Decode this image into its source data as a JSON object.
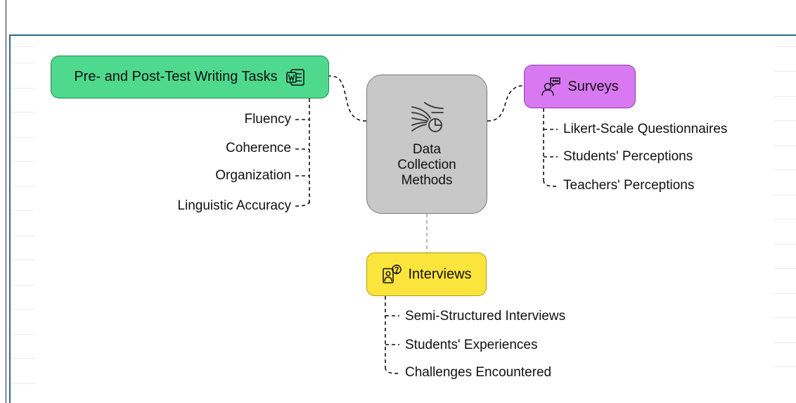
{
  "diagram": {
    "center": {
      "title": "Data\nCollection\nMethods",
      "icon": "data-flow-chart-icon"
    },
    "branches": [
      {
        "label": "Pre- and Post-Test Writing Tasks",
        "icon": "word-document-icon",
        "color": "#4fd98f",
        "children": [
          "Fluency",
          "Coherence",
          "Organization",
          "Linguistic Accuracy"
        ]
      },
      {
        "label": "Surveys",
        "icon": "people-speech-bubble-icon",
        "color": "#d979f2",
        "children": [
          "Likert-Scale Questionnaires",
          "Students' Perceptions",
          "Teachers' Perceptions"
        ]
      },
      {
        "label": "Interviews",
        "icon": "interview-question-icon",
        "color": "#fbe43c",
        "children": [
          "Semi-Structured Interviews",
          "Students' Experiences",
          "Challenges Encountered"
        ]
      }
    ],
    "colors": {
      "frame": "#2f6b86",
      "center": "#c8c8c8",
      "connector": "#111111"
    }
  }
}
